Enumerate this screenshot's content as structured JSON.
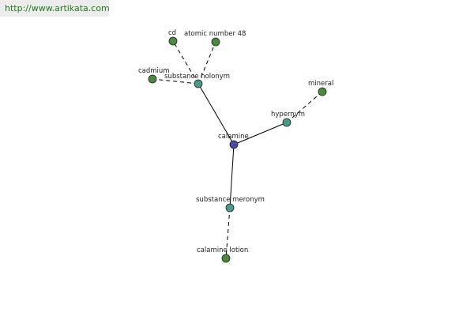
{
  "watermark": "http://www.artikata.com",
  "colors": {
    "center": "#4a4aa0",
    "relation": "#4a9a8a",
    "leaf": "#4a8a3e"
  },
  "labels": {
    "cd": "cd",
    "atomic_number_48": "atomic number 48",
    "cadmium": "cadmium",
    "substance_holonym": "substance holonym",
    "mineral": "mineral",
    "hypernym": "hypernym",
    "calamine": "calamine",
    "substance_meronym": "substance meronym",
    "calamine_lotion": "calamine lotion"
  }
}
